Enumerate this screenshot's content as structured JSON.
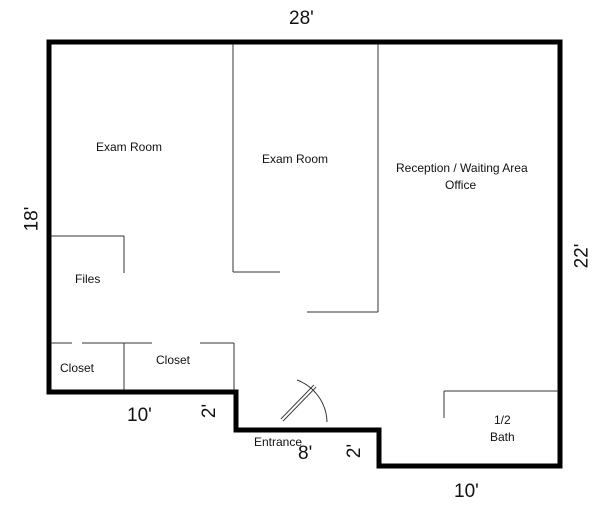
{
  "rooms": {
    "exam_room_1": "Exam Room",
    "exam_room_2": "Exam Room",
    "reception_line1": "Reception / Waiting Area",
    "reception_line2": "Office",
    "files": "Files",
    "closet_1": "Closet",
    "closet_2": "Closet",
    "entrance": "Entrance",
    "bath_line1": "1/2",
    "bath_line2": "Bath"
  },
  "dimensions": {
    "top": "28'",
    "left": "18'",
    "right": "22'",
    "bottom_left": "10'",
    "step_left": "2'",
    "bottom_middle": "8'",
    "step_right": "2'",
    "bottom_right": "10'"
  },
  "colors": {
    "wall": "#000000",
    "partition": "#333333"
  }
}
